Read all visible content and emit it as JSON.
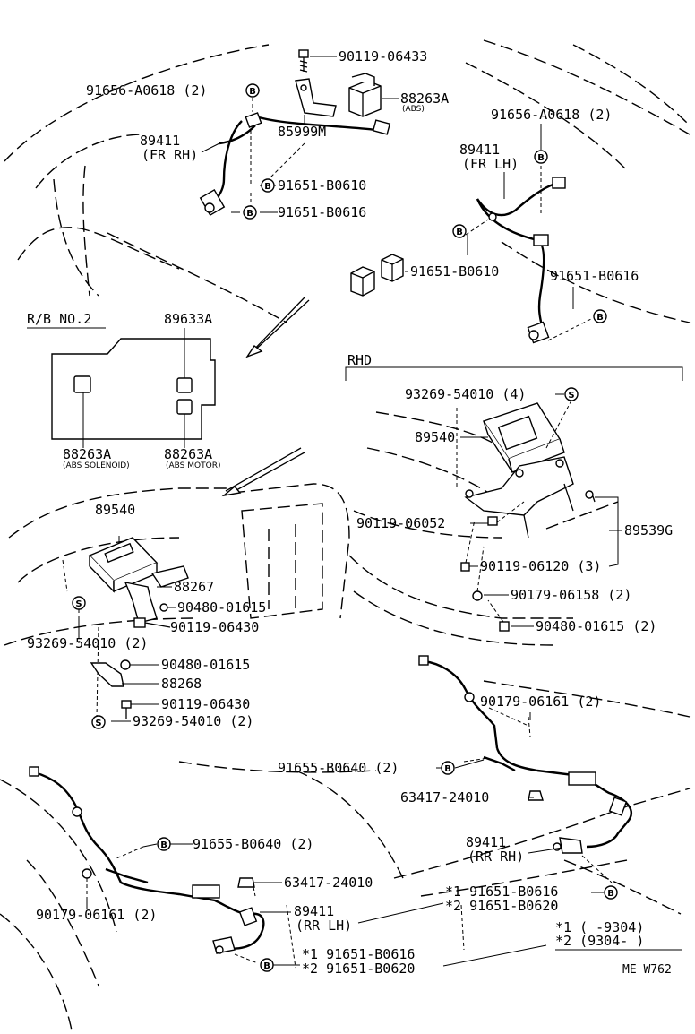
{
  "labels": {
    "l1": "90119-06433",
    "l2": "91656-A0618 (2)",
    "l3": "88263A",
    "l3s": "(ABS)",
    "l4": "85999M",
    "l5": "89411",
    "l5b": "(FR RH)",
    "l6": "91651-B0610",
    "l7": "91651-B0616",
    "l8": "91656-A0618 (2)",
    "l9": "89411",
    "l9b": "(FR LH)",
    "l10": "91651-B0610",
    "l11": "91651-B0616",
    "rb": "R/B NO.2",
    "l12": "89633A",
    "l13": "88263A",
    "l13s": "(ABS SOLENOID)",
    "l14": "88263A",
    "l14s": "(ABS MOTOR)",
    "rhd": "RHD",
    "l15": "93269-54010 (4)",
    "l16": "89540",
    "l17": "90119-06052",
    "l18": "89539G",
    "l19": "90119-06120 (3)",
    "l20": "90179-06158 (2)",
    "l21": "90480-01615 (2)",
    "l22": "89540",
    "l23": "88267",
    "l24": "90480-01615",
    "l25": "90119-06430",
    "l26": "93269-54010 (2)",
    "l27": "90480-01615",
    "l28": "88268",
    "l29": "90119-06430",
    "l30": "93269-54010 (2)",
    "l31": "90179-06161 (2)",
    "l32": "91655-B0640 (2)",
    "l33": "63417-24010",
    "l34": "89411",
    "l34b": "(RR RH)",
    "l35": "91655-B0640 (2)",
    "l36": "63417-24010",
    "l37": "90179-06161 (2)",
    "l38": "89411",
    "l38b": "(RR LH)",
    "l39a": "*1  91651-B0616",
    "l39b": "*2  91651-B0620",
    "l40a": "*1  91651-B0616",
    "l40b": "*2  91651-B0620",
    "n1": "*1  (     -9304)",
    "n2": "*2  (9304-     )",
    "code": "ME W762"
  },
  "markers": {
    "bolt": "B",
    "screw": "S"
  }
}
